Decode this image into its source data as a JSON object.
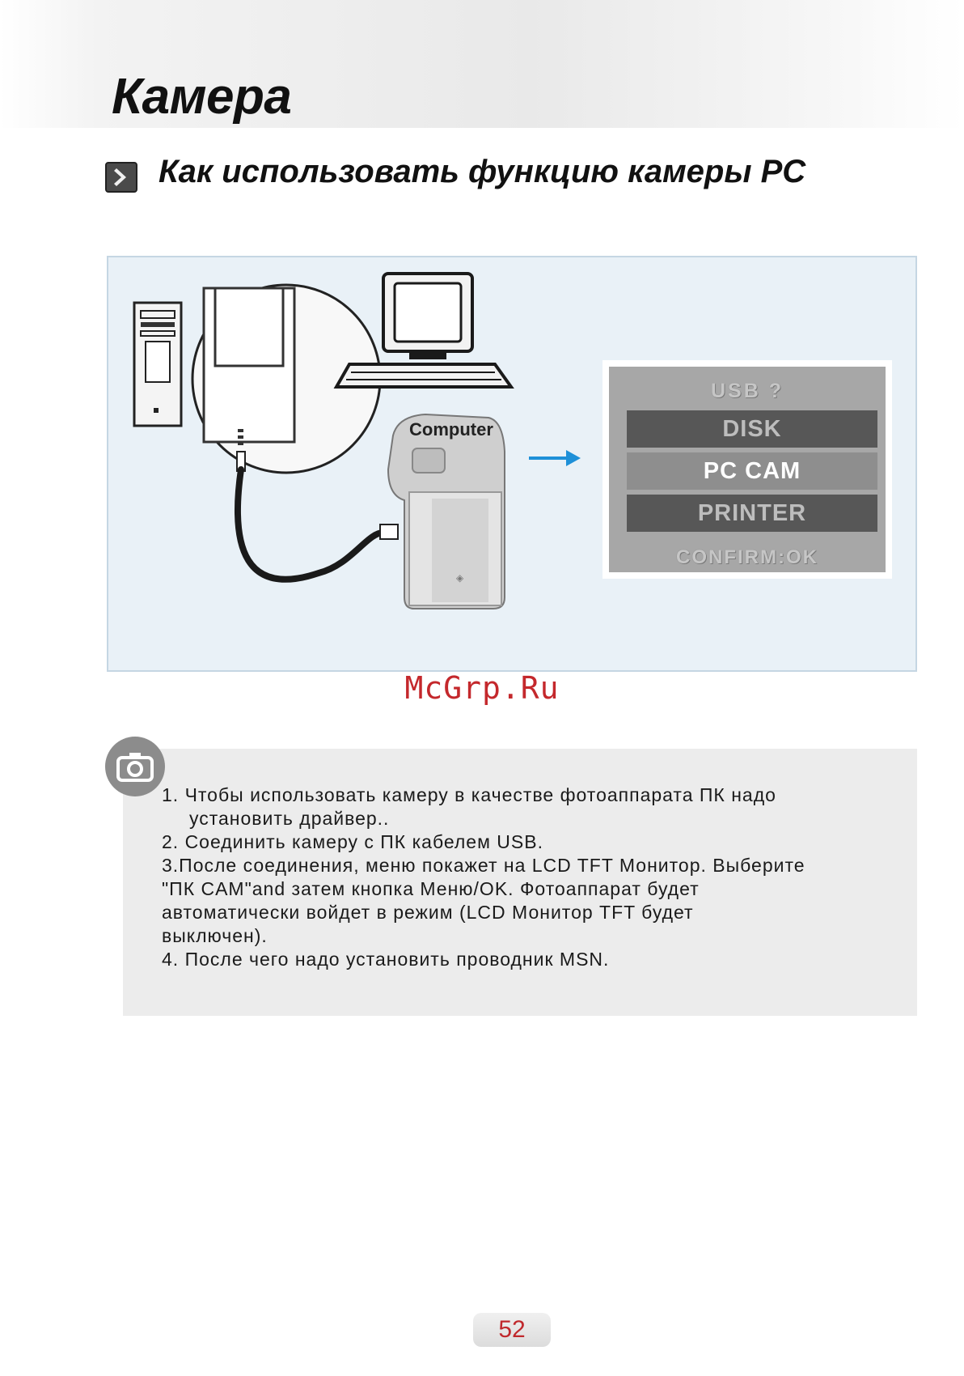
{
  "header": {
    "title": "Камера"
  },
  "section": {
    "title": "Как использовать функцию камеры PC"
  },
  "figure": {
    "computer_label": "Computer",
    "lcd_menu": {
      "title": "USB ?",
      "items": [
        "DISK",
        "PC CAM",
        "PRINTER"
      ],
      "selected": "PC CAM",
      "confirm": "CONFIRM:OK"
    }
  },
  "watermark": "McGrp.Ru",
  "notes": {
    "lines": [
      "1. Чтобы использовать камеру в качестве фотоаппарата ПК надо",
      "установить драйвер..",
      "2. Соединить камеру с ПК кабелем USB.",
      "3.После соединения, меню покажет на LCD TFT Монитор. Выберите",
      "\"ПК CAM\"and затем кнопка Меню/OK. Фотоаппарат будет",
      "автоматически войдет в режим (LCD Монитор TFT будет",
      "выключен).",
      "4. После чего надо установить проводник MSN."
    ]
  },
  "page_number": "52",
  "colors": {
    "accent_red": "#c0282c",
    "figure_bg": "#e9f1f7",
    "arrow_blue": "#1e90d8"
  },
  "icons": [
    "chevron-right-icon",
    "camera-icon",
    "arrow-right-icon"
  ]
}
